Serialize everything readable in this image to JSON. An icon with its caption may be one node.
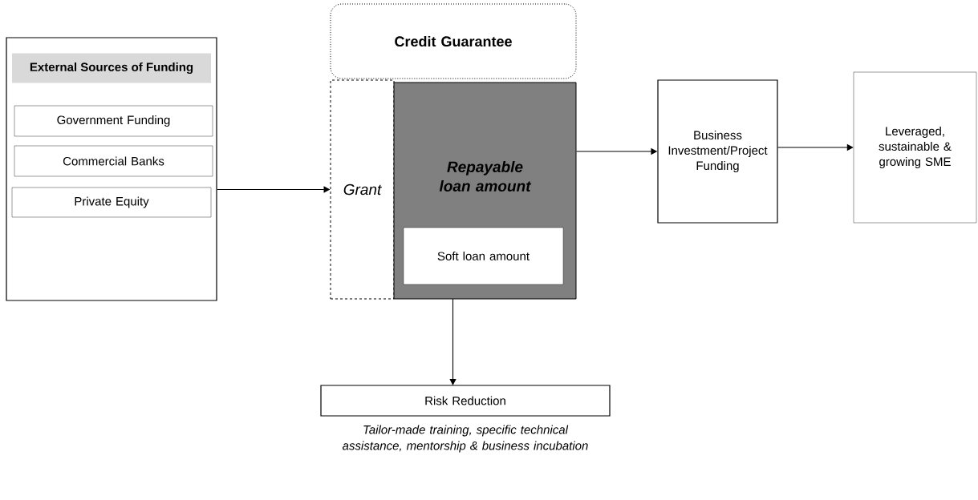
{
  "diagram": {
    "nodes": [
      {
        "text": [
          "External Sources of Funding"
        ]
      },
      {
        "text": [
          "Government Funding"
        ],
        "in": 0
      },
      {
        "text": [
          "Commercial Banks"
        ],
        "in": 0
      },
      {
        "text": [
          "Private Equity"
        ],
        "in": 0
      },
      {
        "text": [
          "Credit Guarantee"
        ]
      },
      {
        "text": [
          "Grant"
        ]
      },
      {
        "text": [
          "Repayable loan amount"
        ]
      },
      {
        "text": [
          "Soft loan amount"
        ],
        "in": 6
      },
      {
        "text": [
          "Business Investment/Project Funding"
        ]
      },
      {
        "text": [
          "Leveraged, sustainable & growing SME"
        ]
      },
      {
        "text": [
          "Risk Reduction"
        ],
        "beside": [
          "Tailor-made training, specific technical assistance, mentorship & business incubation"
        ]
      }
    ],
    "edges": [
      {
        "from": 0,
        "to": 5,
        "arrow": "to"
      },
      {
        "from": 6,
        "to": 8,
        "arrow": "to"
      },
      {
        "from": 8,
        "to": 9,
        "arrow": "to"
      },
      {
        "from": 6,
        "to": 10,
        "arrow": "to"
      }
    ]
  }
}
